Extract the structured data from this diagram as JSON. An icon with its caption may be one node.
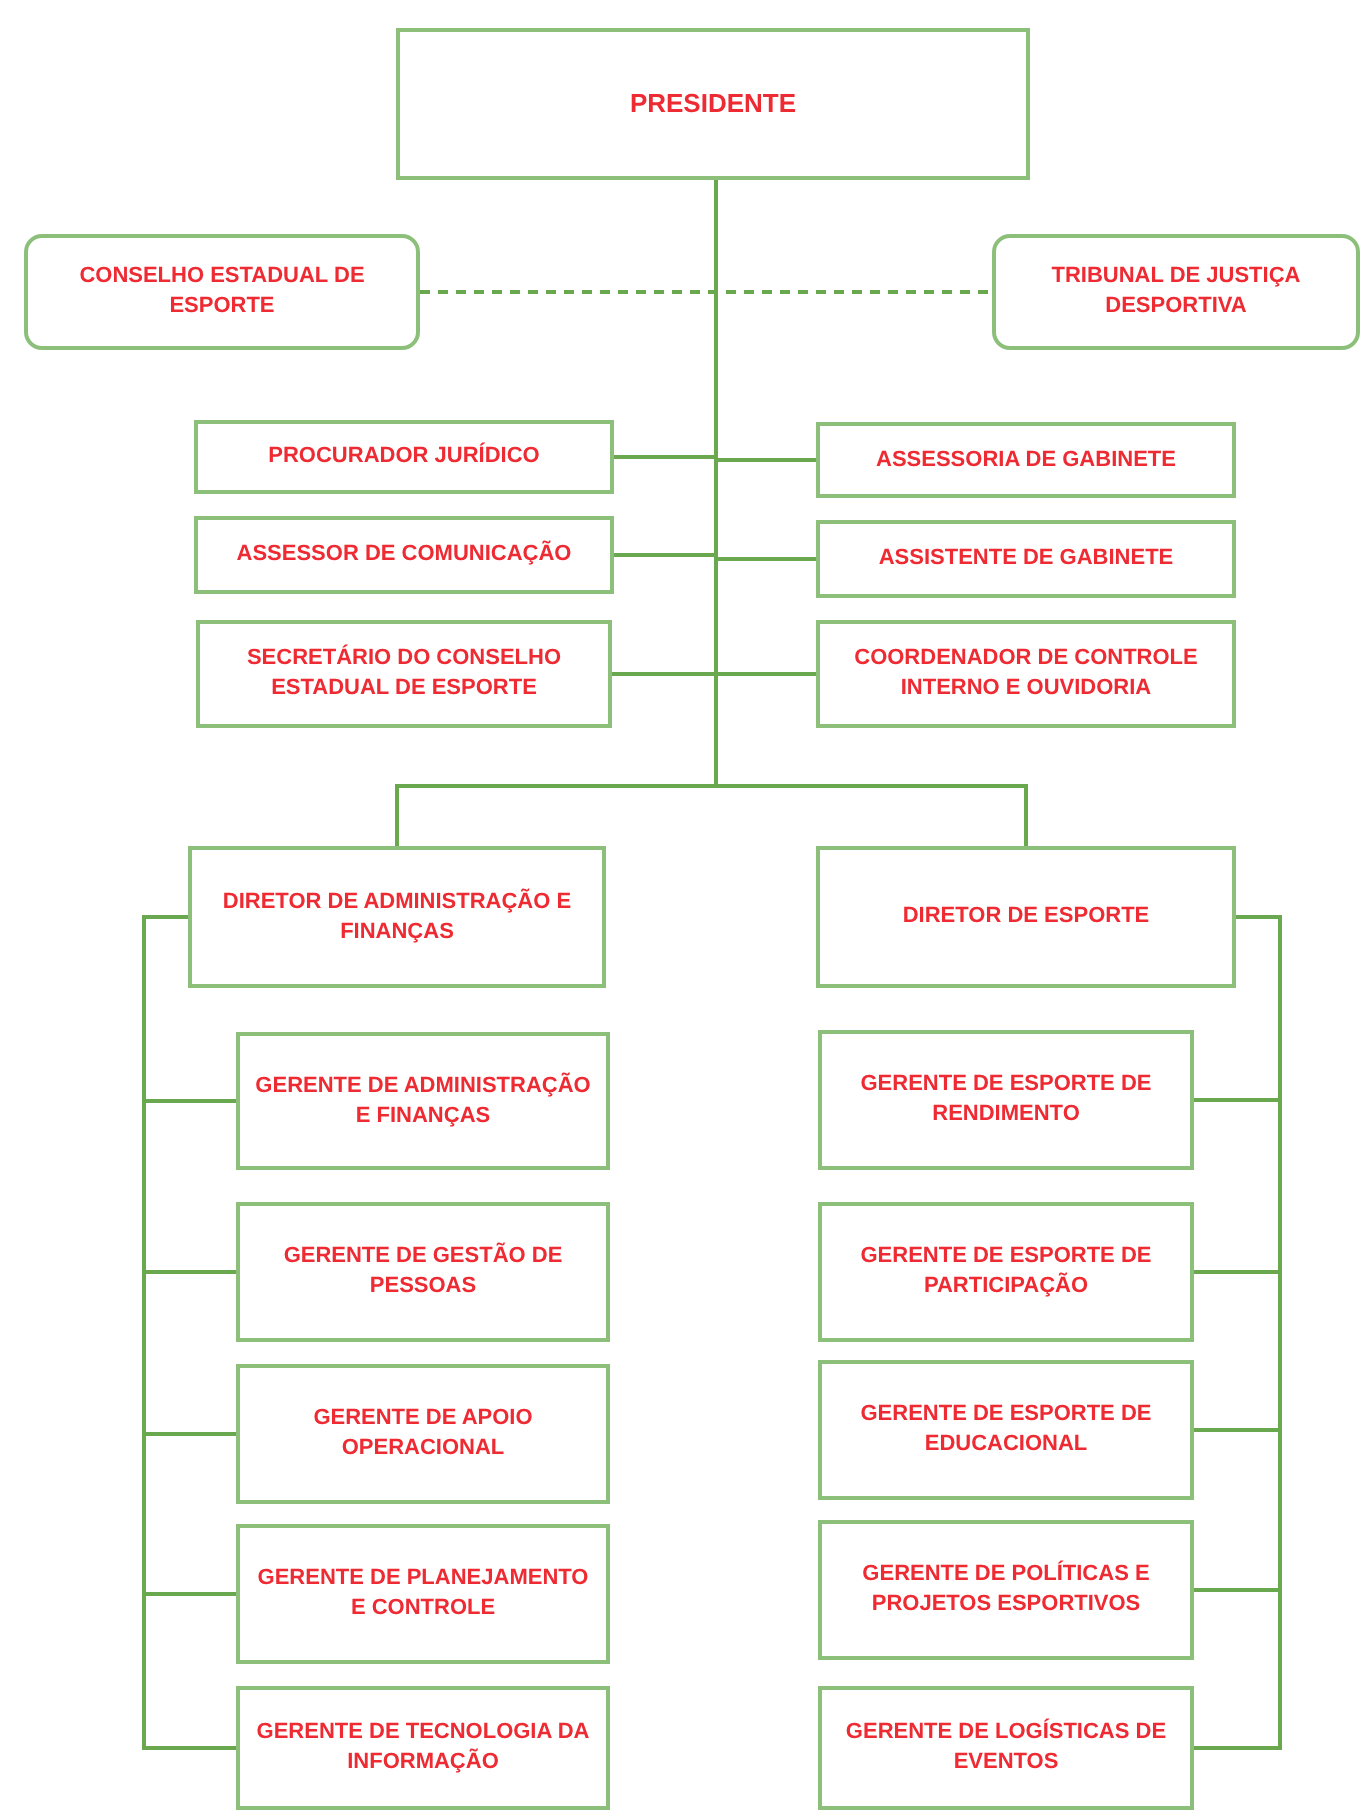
{
  "diagram": {
    "nodes": [
      {
        "text": [
          "PRESIDENTE"
        ]
      },
      {
        "text": [
          "CONSELHO ESTADUAL DE ESPORTE"
        ]
      },
      {
        "text": [
          "TRIBUNAL DE JUSTIÇA DESPORTIVA"
        ]
      },
      {
        "text": [
          "PROCURADOR JURÍDICO"
        ]
      },
      {
        "text": [
          "ASSESSORIA DE GABINETE"
        ]
      },
      {
        "text": [
          "ASSESSOR DE COMUNICAÇÃO"
        ]
      },
      {
        "text": [
          "ASSISTENTE DE GABINETE"
        ]
      },
      {
        "text": [
          "SECRETÁRIO DO CONSELHO ESTADUAL DE ESPORTE"
        ]
      },
      {
        "text": [
          "COORDENADOR DE CONTROLE INTERNO E OUVIDORIA"
        ]
      },
      {
        "text": [
          "DIRETOR DE ADMINISTRAÇÃO E FINANÇAS"
        ]
      },
      {
        "text": [
          "DIRETOR DE ESPORTE"
        ]
      },
      {
        "text": [
          "GERENTE DE ADMINISTRAÇÃO E FINANÇAS"
        ]
      },
      {
        "text": [
          "GERENTE DE GESTÃO DE PESSOAS"
        ]
      },
      {
        "text": [
          "GERENTE DE APOIO OPERACIONAL"
        ]
      },
      {
        "text": [
          "GERENTE DE PLANEJAMENTO E CONTROLE"
        ]
      },
      {
        "text": [
          "GERENTE DE TECNOLOGIA DA INFORMAÇÃO"
        ]
      },
      {
        "text": [
          "GERENTE DE ESPORTE DE RENDIMENTO"
        ]
      },
      {
        "text": [
          "GERENTE DE ESPORTE DE PARTICIPAÇÃO"
        ]
      },
      {
        "text": [
          "GERENTE DE ESPORTE DE EDUCACIONAL"
        ]
      },
      {
        "text": [
          "GERENTE DE POLÍTICAS E PROJETOS ESPORTIVOS"
        ]
      },
      {
        "text": [
          "GERENTE DE LOGÍSTICAS DE EVENTOS"
        ]
      }
    ],
    "edges": [
      {
        "from": 1,
        "to": 2,
        "arrow": "none",
        "style": "dashed"
      },
      {
        "from": 0,
        "to": 3,
        "arrow": "none"
      },
      {
        "from": 0,
        "to": 4,
        "arrow": "none"
      },
      {
        "from": 0,
        "to": 5,
        "arrow": "none"
      },
      {
        "from": 0,
        "to": 6,
        "arrow": "none"
      },
      {
        "from": 0,
        "to": 7,
        "arrow": "none"
      },
      {
        "from": 0,
        "to": 8,
        "arrow": "none"
      },
      {
        "from": 0,
        "to": 9,
        "arrow": "none"
      },
      {
        "from": 0,
        "to": 10,
        "arrow": "none"
      },
      {
        "from": 9,
        "to": 11,
        "arrow": "none"
      },
      {
        "from": 9,
        "to": 12,
        "arrow": "none"
      },
      {
        "from": 9,
        "to": 13,
        "arrow": "none"
      },
      {
        "from": 9,
        "to": 14,
        "arrow": "none"
      },
      {
        "from": 9,
        "to": 15,
        "arrow": "none"
      },
      {
        "from": 10,
        "to": 16,
        "arrow": "none"
      },
      {
        "from": 10,
        "to": 17,
        "arrow": "none"
      },
      {
        "from": 10,
        "to": 18,
        "arrow": "none"
      },
      {
        "from": 10,
        "to": 19,
        "arrow": "none"
      },
      {
        "from": 10,
        "to": 20,
        "arrow": "none"
      }
    ]
  }
}
